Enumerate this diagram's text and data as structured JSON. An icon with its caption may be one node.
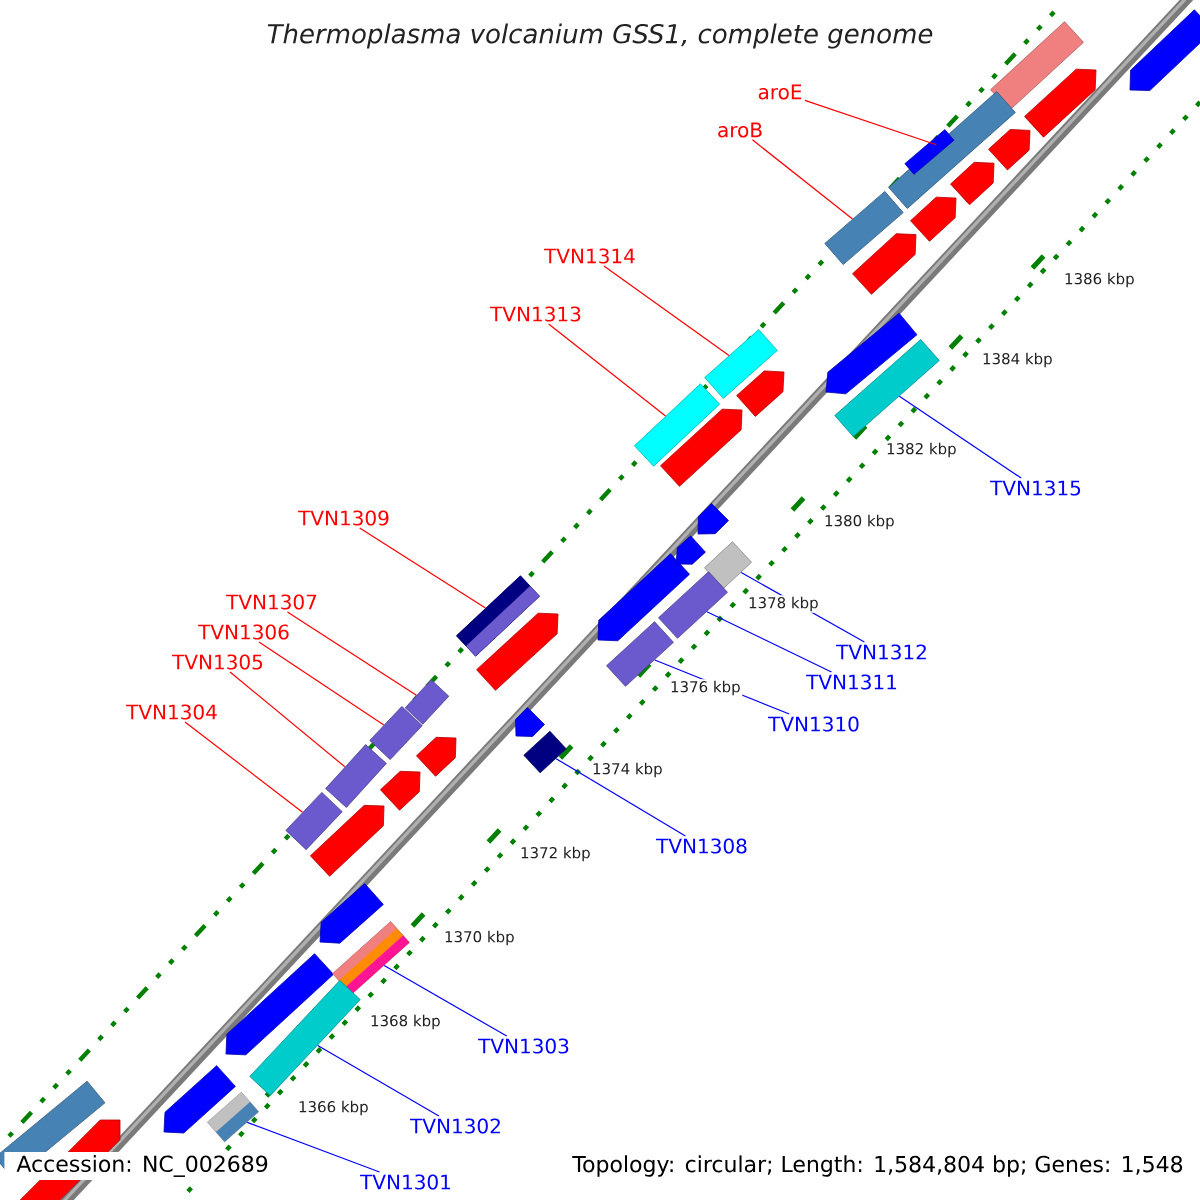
{
  "diagram": {
    "title": "Thermoplasma volcanium GSS1, complete genome",
    "nodes": [
      {
        "text": [
          "aroE"
        ]
      },
      {
        "text": [
          "aroB"
        ]
      },
      {
        "text": [
          "TVN1314"
        ]
      },
      {
        "text": [
          "TVN1313"
        ]
      },
      {
        "text": [
          "TVN1315"
        ]
      },
      {
        "text": [
          "TVN1309"
        ]
      },
      {
        "text": [
          "TVN1307"
        ]
      },
      {
        "text": [
          "TVN1306"
        ]
      },
      {
        "text": [
          "TVN1312"
        ]
      },
      {
        "text": [
          "TVN1305"
        ]
      },
      {
        "text": [
          "TVN1311"
        ]
      },
      {
        "text": [
          "TVN1304"
        ]
      },
      {
        "text": [
          "TVN1310"
        ]
      },
      {
        "text": [
          "TVN1308"
        ]
      },
      {
        "text": [
          "TVN1303"
        ]
      },
      {
        "text": [
          "TVN1302"
        ]
      },
      {
        "text": [
          "TVN1301"
        ]
      },
      {
        "text": [],
        "shape": "box"
      },
      {
        "text": [],
        "shape": "box"
      },
      {
        "text": [],
        "shape": "box"
      },
      {
        "text": [],
        "shape": "box"
      },
      {
        "text": [],
        "shape": "box"
      },
      {
        "text": [],
        "shape": "box"
      },
      {
        "text": [],
        "shape": "box"
      },
      {
        "text": [],
        "shape": "box"
      },
      {
        "text": [],
        "shape": "box"
      },
      {
        "text": [],
        "shape": "box"
      },
      {
        "text": [],
        "shape": "box"
      },
      {
        "text": [],
        "shape": "box"
      },
      {
        "text": [],
        "shape": "box"
      },
      {
        "text": [],
        "shape": "box"
      },
      {
        "text": [],
        "shape": "box"
      },
      {
        "text": [],
        "shape": "box"
      },
      {
        "text": [],
        "shape": "box"
      }
    ],
    "edges": [
      {
        "from": 0,
        "to": 17,
        "arrow": "none"
      },
      {
        "from": 1,
        "to": 18,
        "arrow": "none"
      },
      {
        "from": 2,
        "to": 19,
        "arrow": "none"
      },
      {
        "from": 3,
        "to": 20,
        "arrow": "none"
      },
      {
        "from": 4,
        "to": 21,
        "arrow": "none",
        "color": "#0000ff"
      },
      {
        "from": 5,
        "to": 22,
        "arrow": "none"
      },
      {
        "from": 6,
        "to": 23,
        "arrow": "none"
      },
      {
        "from": 7,
        "to": 24,
        "arrow": "none"
      },
      {
        "from": 8,
        "to": 25,
        "arrow": "none",
        "color": "#0000ff"
      },
      {
        "from": 9,
        "to": 26,
        "arrow": "none"
      },
      {
        "from": 10,
        "to": 27,
        "arrow": "none",
        "color": "#0000ff"
      },
      {
        "from": 11,
        "to": 28,
        "arrow": "none"
      },
      {
        "from": 12,
        "to": 29,
        "arrow": "none",
        "color": "#0000ff"
      },
      {
        "from": 13,
        "to": 30,
        "arrow": "none",
        "color": "#0000ff"
      },
      {
        "from": 14,
        "to": 31,
        "arrow": "none",
        "color": "#0000ff"
      },
      {
        "from": 15,
        "to": 32,
        "arrow": "none",
        "color": "#0000ff"
      },
      {
        "from": 16,
        "to": 33,
        "arrow": "none",
        "color": "#0000ff"
      }
    ],
    "labels": [
      "1386 kbp",
      "1384 kbp",
      "1382 kbp",
      "1380 kbp",
      "1378 kbp",
      "1376 kbp",
      "1374 kbp",
      "1372 kbp",
      "1370 kbp",
      "1368 kbp",
      "1366 kbp",
      "Accession: NC_002689",
      "Topology: circular; Length: 1,584,804 bp; Genes: 1,548"
    ]
  }
}
